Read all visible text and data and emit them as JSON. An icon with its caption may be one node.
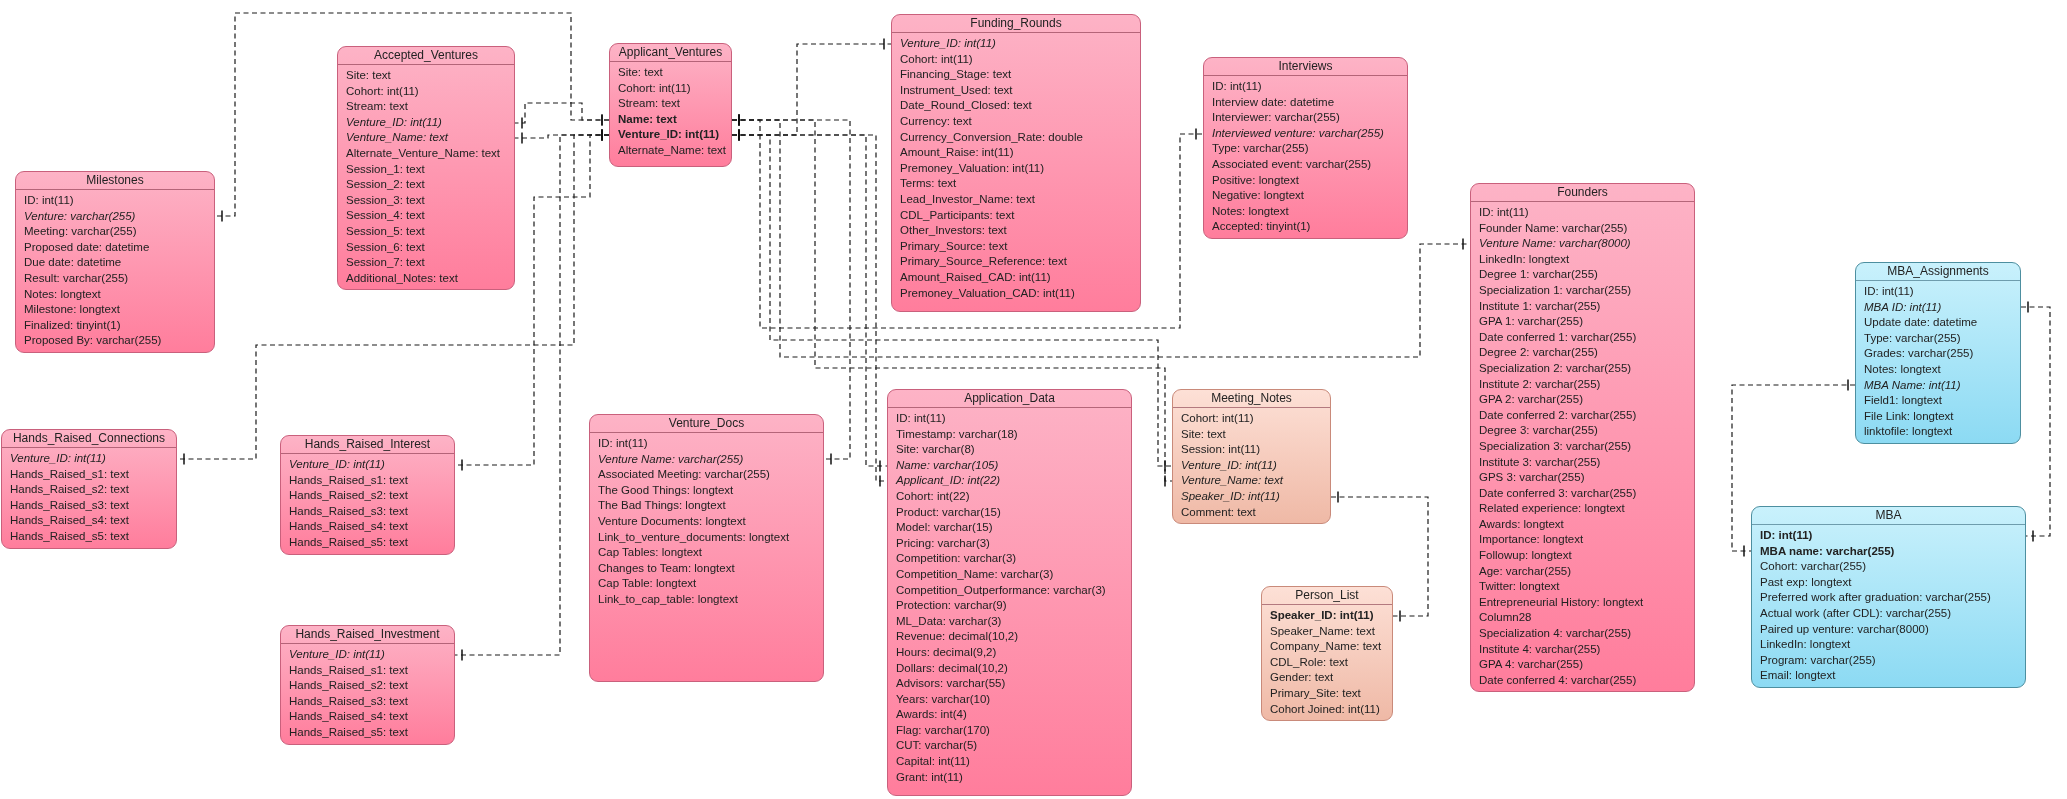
{
  "diagram": {
    "nodes": [
      {
        "text": [
          "Milestones",
          "ID: int(11)",
          "Venture: varchar(255)",
          "Meeting: varchar(255)",
          "Proposed date: datetime",
          "Due date: datetime",
          "Result: varchar(255)",
          "Notes: longtext",
          "Milestone: longtext",
          "Finalized: tinyint(1)",
          "Proposed By: varchar(255)"
        ]
      },
      {
        "text": [
          "Accepted_Ventures",
          "Site: text",
          "Cohort: int(11)",
          "Stream: text",
          "Venture_ID: int(11)",
          "Venture_Name: text",
          "Alternate_Venture_Name: text",
          "Session_1: text",
          "Session_2: text",
          "Session_3: text",
          "Session_4: text",
          "Session_5: text",
          "Session_6: text",
          "Session_7: text",
          "Additional_Notes: text"
        ]
      },
      {
        "text": [
          "Applicant_Ventures",
          "Site: text",
          "Cohort: int(11)",
          "Stream: text",
          "Name: text",
          "Venture_ID: int(11)",
          "Alternate_Name: text"
        ]
      },
      {
        "text": [
          "Funding_Rounds",
          "Venture_ID: int(11)",
          "Cohort: int(11)",
          "Financing_Stage: text",
          "Instrument_Used: text",
          "Date_Round_Closed: text",
          "Currency: text",
          "Currency_Conversion_Rate: double",
          "Amount_Raise: int(11)",
          "Premoney_Valuation: int(11)",
          "Terms: text",
          "Lead_Investor_Name: text",
          "CDL_Participants: text",
          "Other_Investors: text",
          "Primary_Source: text",
          "Primary_Source_Reference: text",
          "Amount_Raised_CAD: int(11)",
          "Premoney_Valuation_CAD: int(11)"
        ]
      },
      {
        "text": [
          "Interviews",
          "ID: int(11)",
          "Interview date: datetime",
          "Interviewer: varchar(255)",
          "Interviewed venture: varchar(255)",
          "Type: varchar(255)",
          "Associated event: varchar(255)",
          "Positive: longtext",
          "Negative: longtext",
          "Notes: longtext",
          "Accepted: tinyint(1)"
        ]
      },
      {
        "text": [
          "Hands_Raised_Connections",
          "Venture_ID: int(11)",
          "Hands_Raised_s1: text",
          "Hands_Raised_s2: text",
          "Hands_Raised_s3: text",
          "Hands_Raised_s4: text",
          "Hands_Raised_s5: text"
        ]
      },
      {
        "text": [
          "Hands_Raised_Interest",
          "Venture_ID: int(11)",
          "Hands_Raised_s1: text",
          "Hands_Raised_s2: text",
          "Hands_Raised_s3: text",
          "Hands_Raised_s4: text",
          "Hands_Raised_s5: text"
        ]
      },
      {
        "text": [
          "Venture_Docs",
          "ID: int(11)",
          "Venture Name: varchar(255)",
          "Associated Meeting: varchar(255)",
          "The Good Things: longtext",
          "The Bad Things: longtext",
          "Venture Documents: longtext",
          "Link_to_venture_documents: longtext",
          "Cap Tables: longtext",
          "Changes to Team: longtext",
          "Cap Table: longtext",
          "Link_to_cap_table: longtext"
        ]
      },
      {
        "text": [
          "Application_Data",
          "ID: int(11)",
          "Timestamp: varchar(18)",
          "Site: varchar(8)",
          "Name: varchar(105)",
          "Applicant_ID: int(22)",
          "Cohort: int(22)",
          "Product: varchar(15)",
          "Model: varchar(15)",
          "Pricing: varchar(3)",
          "Competition: varchar(3)",
          "Competition_Name: varchar(3)",
          "Competition_Outperformance: varchar(3)",
          "Protection: varchar(9)",
          "ML_Data: varchar(3)",
          "Revenue: decimal(10,2)",
          "Hours: decimal(9,2)",
          "Dollars: decimal(10,2)",
          "Advisors: varchar(55)",
          "Years: varchar(10)",
          "Awards: int(4)",
          "Flag: varchar(170)",
          "CUT: varchar(5)",
          "Capital: int(11)",
          "Grant: int(11)"
        ]
      },
      {
        "text": [
          "Meeting_Notes",
          "Cohort: int(11)",
          "Site: text",
          "Session: int(11)",
          "Venture_ID: int(11)",
          "Venture_Name: text",
          "Speaker_ID: int(11)",
          "Comment: text"
        ]
      },
      {
        "text": [
          "Founders",
          "ID: int(11)",
          "Founder Name: varchar(255)",
          "Venture Name: varchar(8000)",
          "LinkedIn: longtext",
          "Degree 1: varchar(255)",
          "Specialization 1: varchar(255)",
          "Institute 1: varchar(255)",
          "GPA 1: varchar(255)",
          "Date conferred 1: varchar(255)",
          "Degree 2: varchar(255)",
          "Specialization 2: varchar(255)",
          "Institute 2: varchar(255)",
          "GPA 2: varchar(255)",
          "Date conferred 2: varchar(255)",
          "Degree 3: varchar(255)",
          "Specialization 3: varchar(255)",
          "Institute 3: varchar(255)",
          "GPS 3: varchar(255)",
          "Date conferred 3: varchar(255)",
          "Related experience: longtext",
          "Awards: longtext",
          "Importance: longtext",
          "Followup: longtext",
          "Age: varchar(255)",
          "Twitter: longtext",
          "Entrepreneurial History: longtext",
          "Column28",
          "Specialization 4: varchar(255)",
          "Institute 4: varchar(255)",
          "GPA 4: varchar(255)",
          "Date conferred 4: varchar(255)"
        ]
      },
      {
        "text": [
          "Hands_Raised_Investment",
          "Venture_ID: int(11)",
          "Hands_Raised_s1: text",
          "Hands_Raised_s2: text",
          "Hands_Raised_s3: text",
          "Hands_Raised_s4: text",
          "Hands_Raised_s5: text"
        ]
      },
      {
        "text": [
          "Person_List",
          "Speaker_ID: int(11)",
          "Speaker_Name: text",
          "Company_Name: text",
          "CDL_Role: text",
          "Gender: text",
          "Primary_Site: text",
          "Cohort Joined: int(11)"
        ]
      },
      {
        "text": [
          "MBA_Assignments",
          "ID: int(11)",
          "MBA ID: int(11)",
          "Update date: datetime",
          "Type: varchar(255)",
          "Grades: varchar(255)",
          "Notes: longtext",
          "MBA Name: int(11)",
          "Field1: longtext",
          "File Link: longtext",
          "linktofile: longtext"
        ]
      },
      {
        "text": [
          "MBA",
          "ID: int(11)",
          "MBA name: varchar(255)",
          "Cohort: varchar(255)",
          "Past exp: longtext",
          "Preferred work after graduation: varchar(255)",
          "Actual work (after CDL): varchar(255)",
          "Paired up venture: varchar(8000)",
          "LinkedIn: longtext",
          "Program: varchar(255)",
          "Email: longtext"
        ]
      }
    ],
    "edges": [
      {
        "from": 2,
        "to": 0,
        "arrow": "other",
        "style": "dashed"
      },
      {
        "from": 2,
        "to": 1,
        "arrow": "other",
        "style": "dashed"
      },
      {
        "from": 2,
        "to": 1,
        "arrow": "other",
        "style": "dashed"
      },
      {
        "from": 2,
        "to": 5,
        "arrow": "other",
        "style": "dashed"
      },
      {
        "from": 2,
        "to": 6,
        "arrow": "other",
        "style": "dashed"
      },
      {
        "from": 2,
        "to": 11,
        "arrow": "other",
        "style": "dashed"
      },
      {
        "from": 2,
        "to": 3,
        "arrow": "other",
        "style": "dashed"
      },
      {
        "from": 2,
        "to": 7,
        "arrow": "other",
        "style": "dashed"
      },
      {
        "from": 2,
        "to": 8,
        "arrow": "other",
        "style": "dashed"
      },
      {
        "from": 2,
        "to": 8,
        "arrow": "other",
        "style": "dashed"
      },
      {
        "from": 2,
        "to": 4,
        "arrow": "other",
        "style": "dashed"
      },
      {
        "from": 2,
        "to": 10,
        "arrow": "other",
        "style": "dashed"
      },
      {
        "from": 2,
        "to": 9,
        "arrow": "other",
        "style": "dashed"
      },
      {
        "from": 2,
        "to": 9,
        "arrow": "other",
        "style": "dashed"
      },
      {
        "from": 9,
        "to": 12,
        "arrow": "other",
        "style": "dashed"
      },
      {
        "from": 13,
        "to": 14,
        "arrow": "other",
        "style": "dashed"
      },
      {
        "from": 13,
        "to": 14,
        "arrow": "other",
        "style": "dashed"
      }
    ]
  }
}
